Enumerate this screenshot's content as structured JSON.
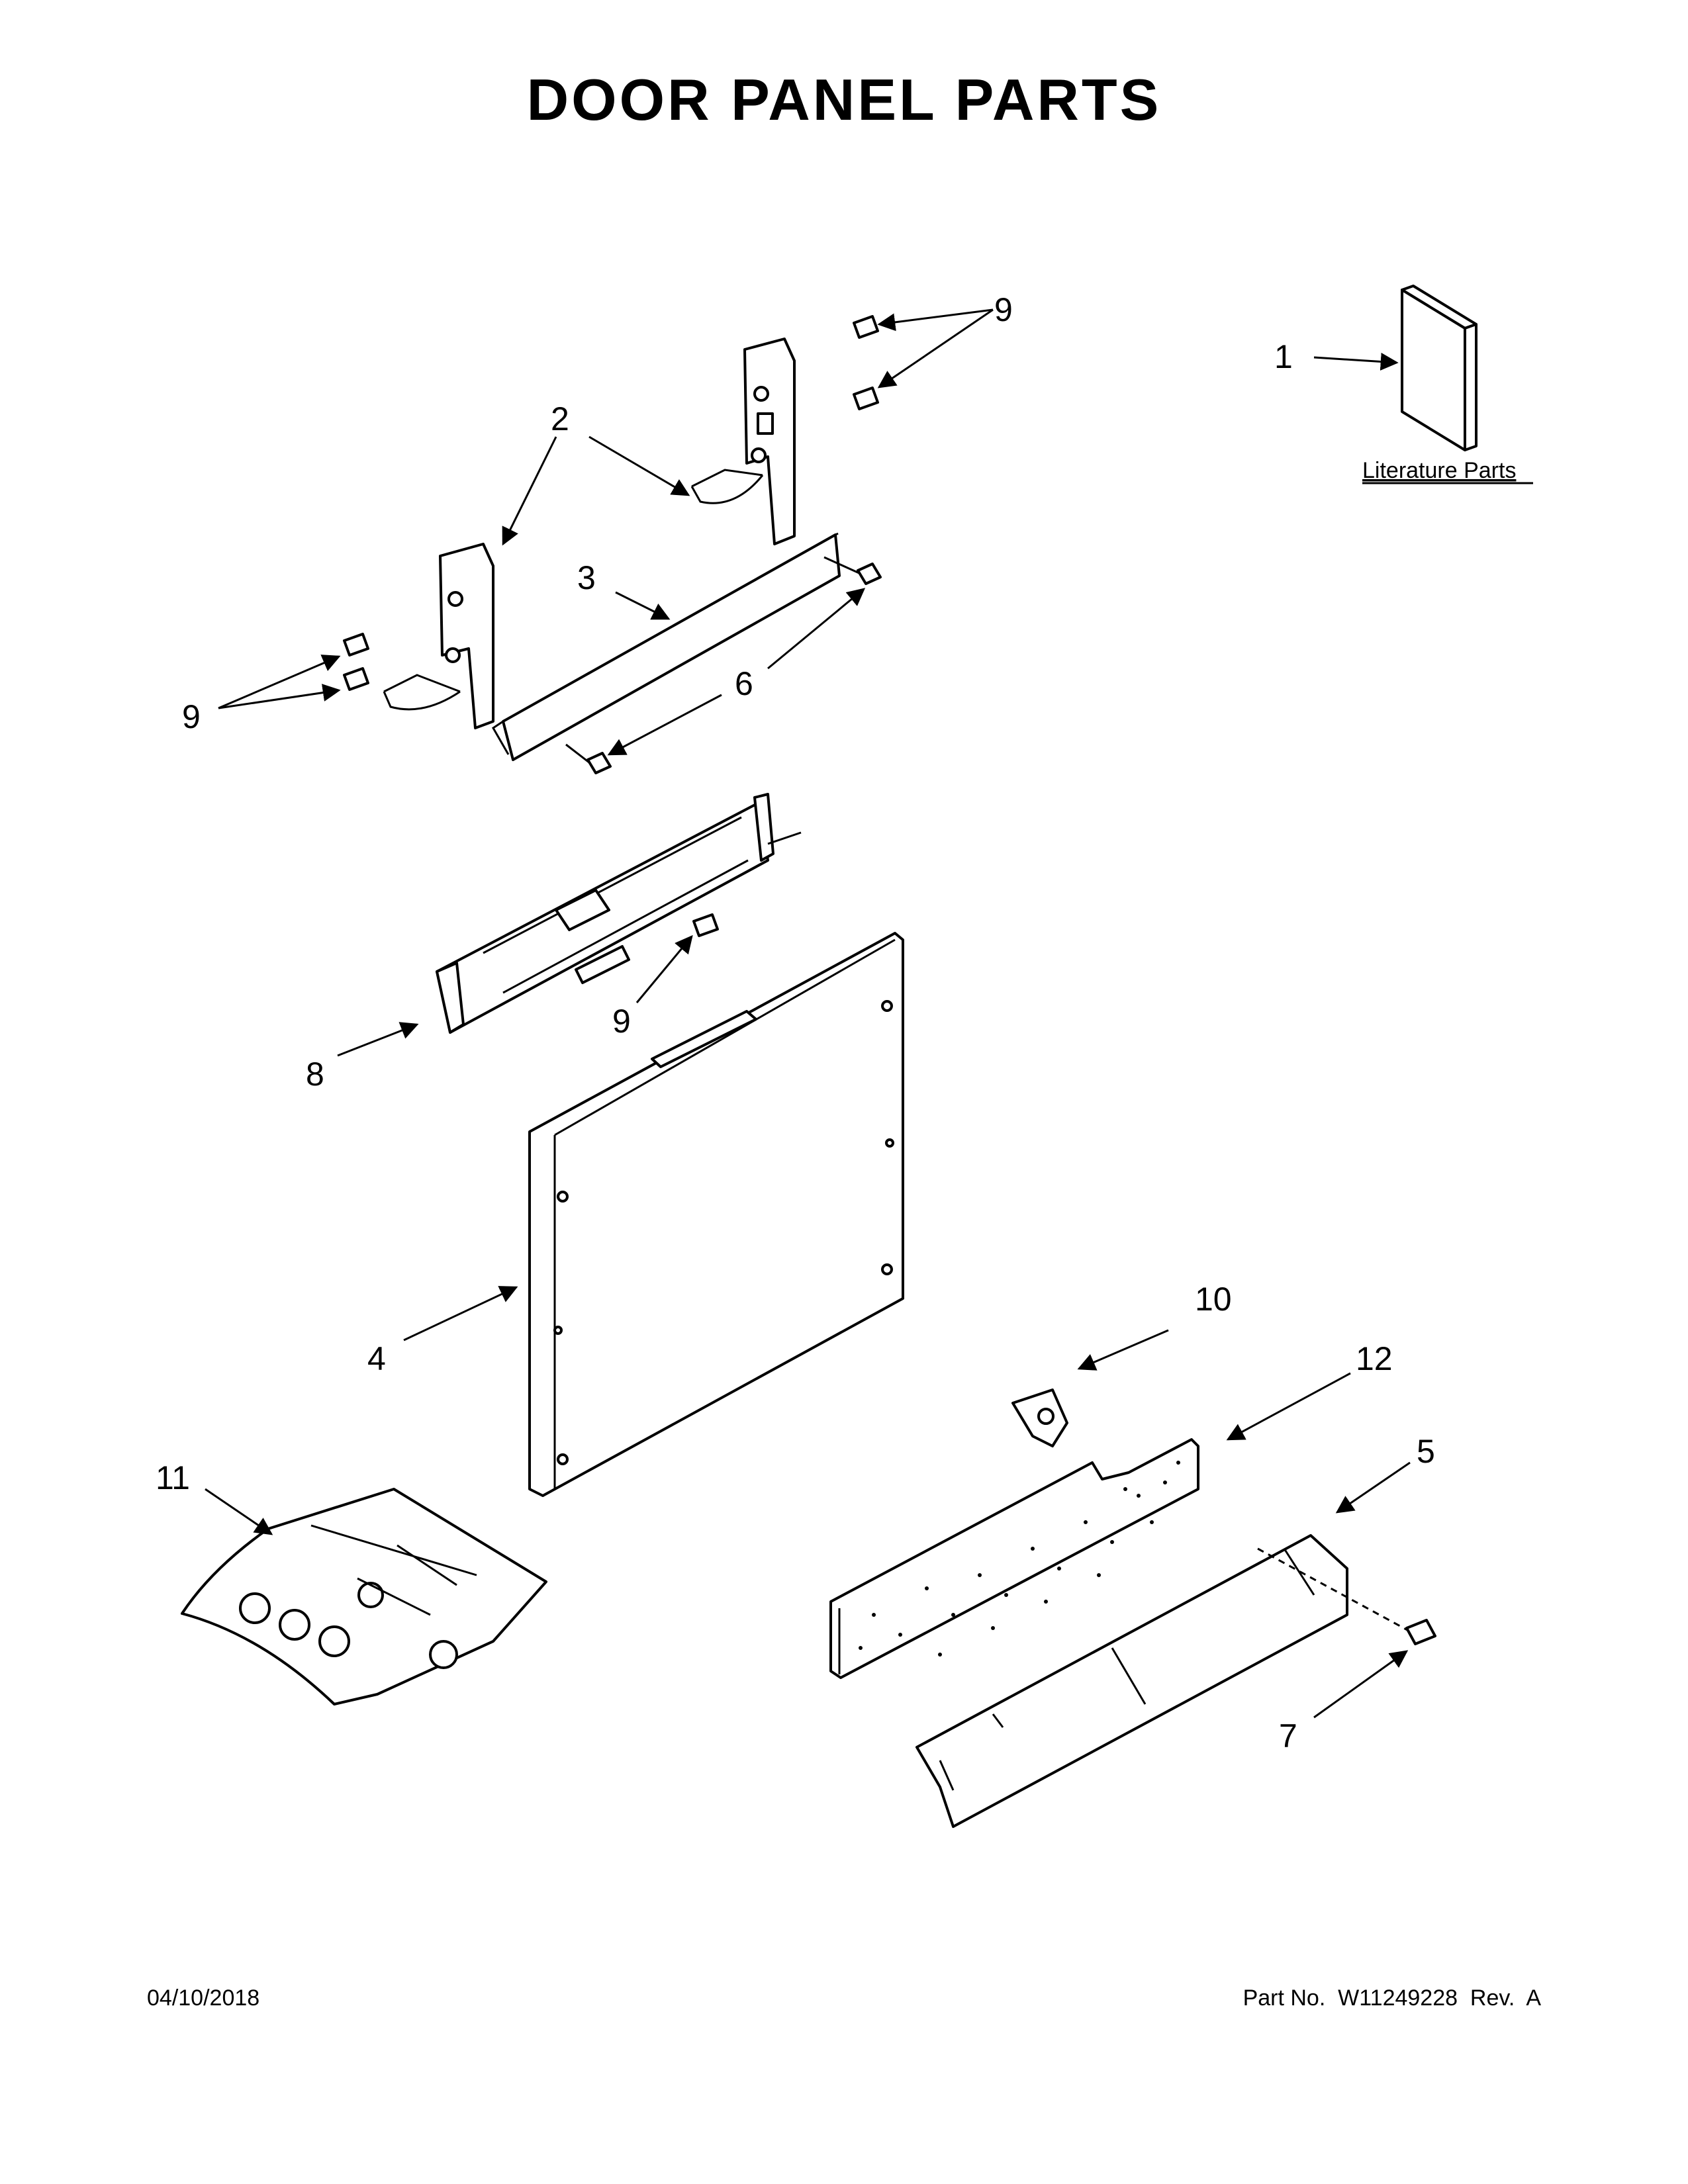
{
  "title": "DOOR PANEL PARTS",
  "literature_label": "Literature Parts",
  "callouts": {
    "c1": "1",
    "c2": "2",
    "c3": "3",
    "c4": "4",
    "c5": "5",
    "c6": "6",
    "c7": "7",
    "c8": "8",
    "c9a": "9",
    "c9b": "9",
    "c9c": "9",
    "c10": "10",
    "c11": "11",
    "c12": "12"
  },
  "footer": {
    "date": "04/10/2018",
    "part_number": "Part No.  W11249228  Rev.  A"
  }
}
